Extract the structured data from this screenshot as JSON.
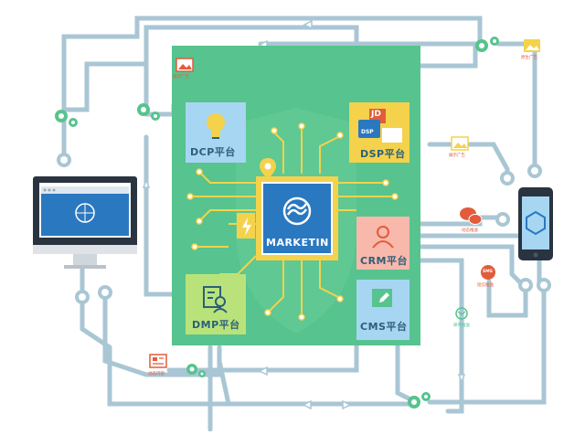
{
  "center": {
    "label": "MARKETIN"
  },
  "modules": {
    "dcp": "DCP平台",
    "dsp": "DSP平台",
    "crm": "CRM平台",
    "dmp": "DMP平台",
    "cms": "CMS平台"
  },
  "dsp_badges": {
    "jd": "JD",
    "dsp": "DSP"
  },
  "sms_badge": "SMS",
  "labels": {
    "display_ad_top": "展示广告",
    "display_ad_right": "展示广告",
    "native_ad": "原生广告",
    "sms_push": "短信推送",
    "wechat_push": "动态推送",
    "email_push": "邮件推送",
    "dynamic_content": "动态内容"
  },
  "colors": {
    "board": "#57c38e",
    "line": "#a9c6d4",
    "yellow_box": "#f4d24c",
    "blue_box": "#a6d6f2",
    "green_box": "#b9e37a",
    "pink_box": "#f8b8ac",
    "center_blue": "#2a78c0",
    "accent_red": "#e25c3b"
  },
  "icons": [
    "gear-icon",
    "lightbulb-icon",
    "wechat-icon",
    "sms-icon",
    "monitor-icon",
    "smartphone-icon",
    "image-icon",
    "email-icon",
    "edit-icon",
    "user-icon",
    "lightning-icon",
    "location-pin-icon"
  ]
}
